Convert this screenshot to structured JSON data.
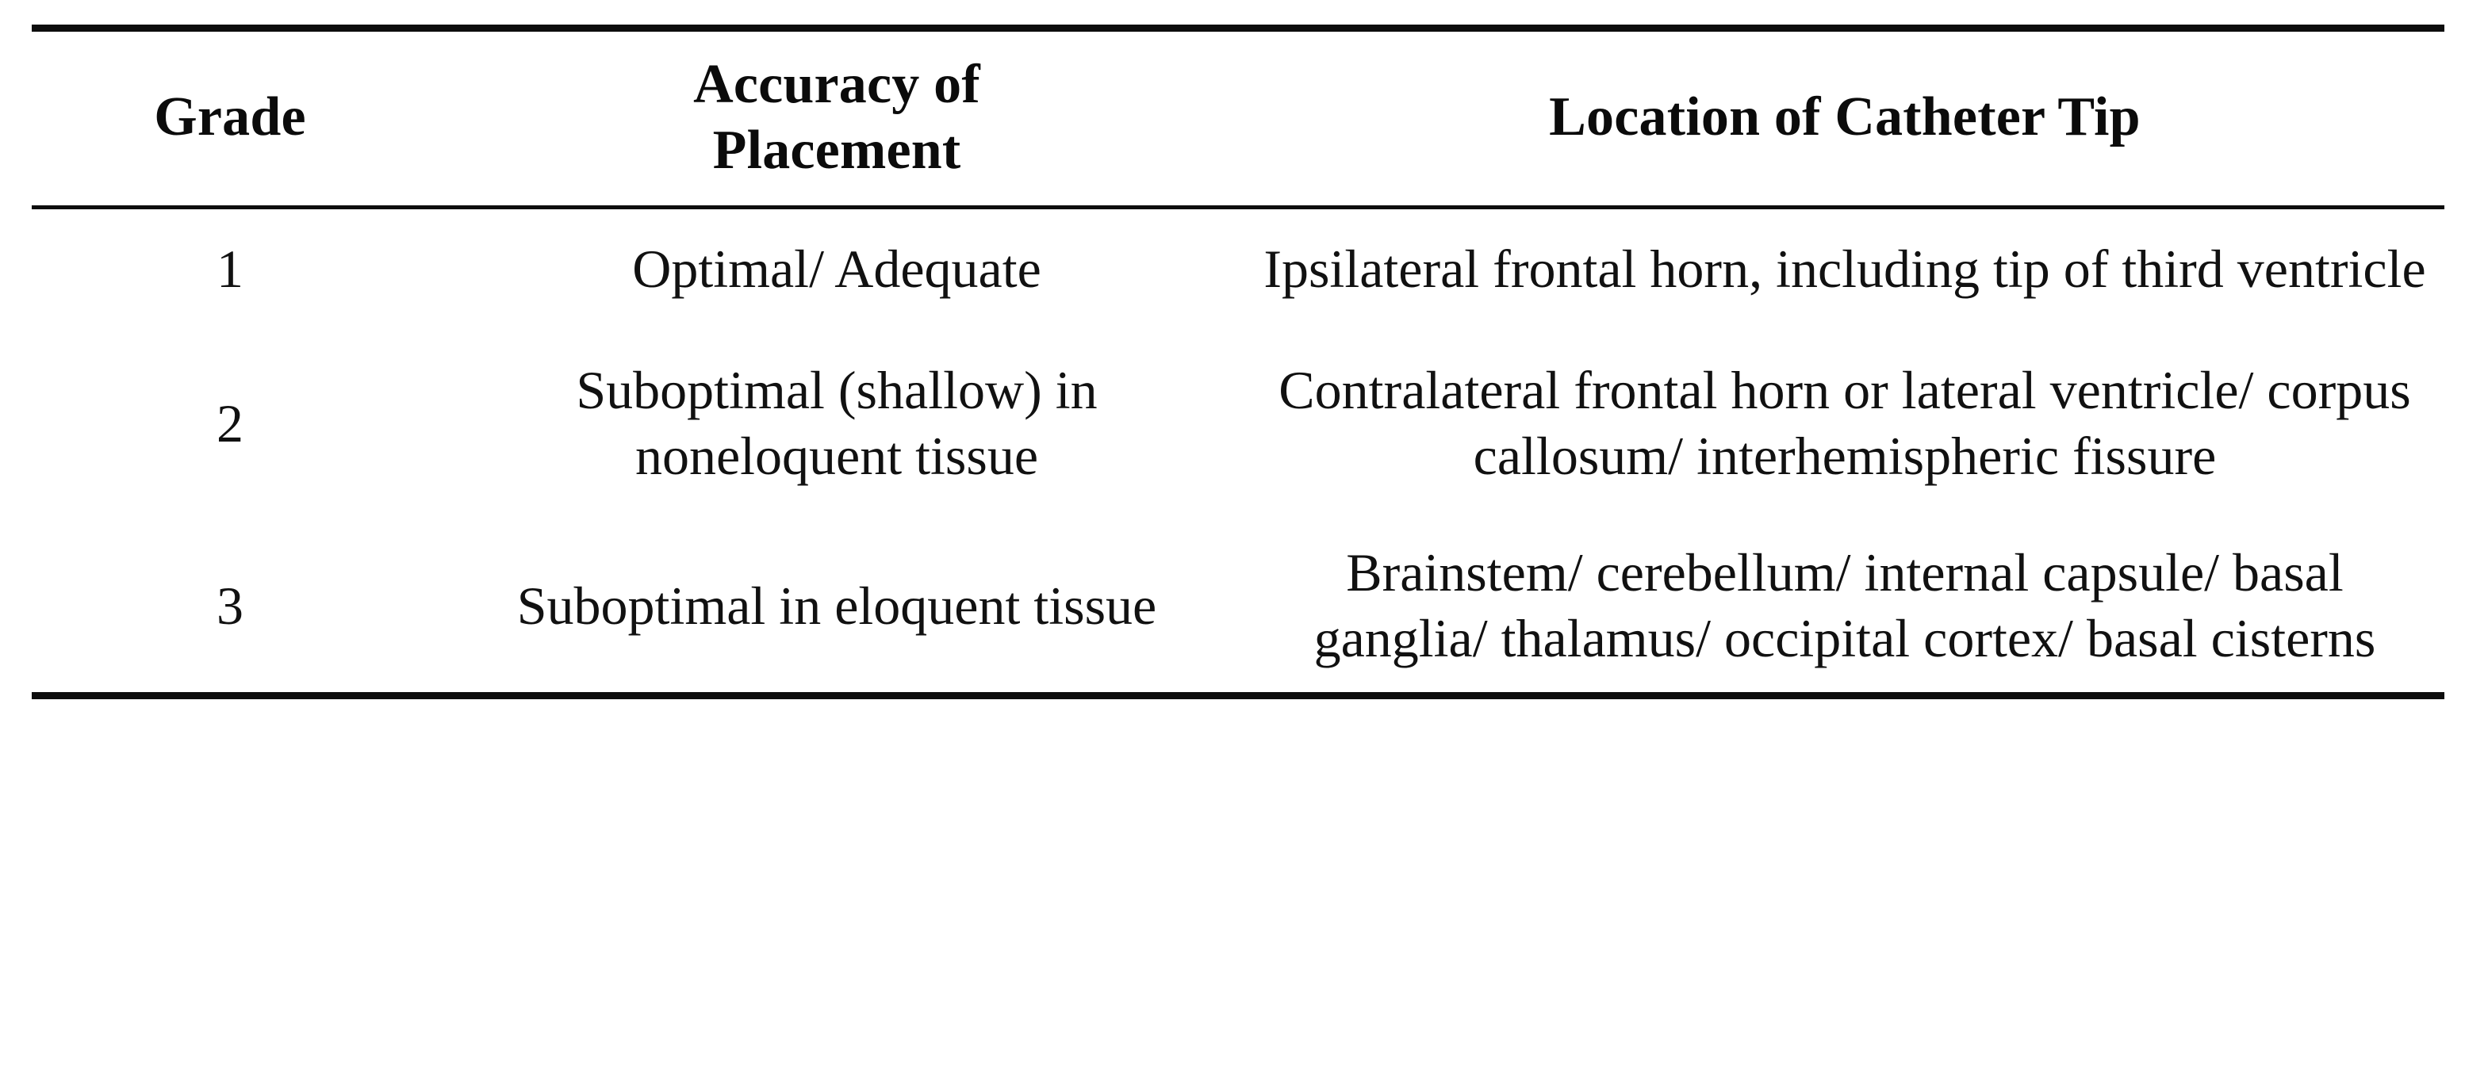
{
  "table": {
    "columns": [
      {
        "key": "grade",
        "header": "Grade"
      },
      {
        "key": "accuracy",
        "header": "Accuracy of Placement"
      },
      {
        "key": "location",
        "header": "Location of Catheter Tip"
      }
    ],
    "header_lines": {
      "grade": "Grade",
      "accuracy_line1": "Accuracy of",
      "accuracy_line2": "Placement",
      "location": "Location of Catheter Tip"
    },
    "rows": [
      {
        "grade": "1",
        "accuracy": "Optimal/ Adequate",
        "location": "Ipsilateral frontal horn, including tip of third ventricle"
      },
      {
        "grade": "2",
        "accuracy": "Suboptimal (shallow) in noneloquent tissue",
        "location": "Contralateral frontal horn or lateral ventricle/ corpus callosum/ interhemispheric fissure"
      },
      {
        "grade": "3",
        "accuracy": "Suboptimal in eloquent tissue",
        "location": "Brainstem/ cerebellum/ internal capsule/ basal ganglia/ thalamus/ occipital cortex/ basal cisterns"
      }
    ]
  },
  "style": {
    "text_color": "#111111",
    "rule_color": "#0d0d0d",
    "background": "#ffffff"
  }
}
